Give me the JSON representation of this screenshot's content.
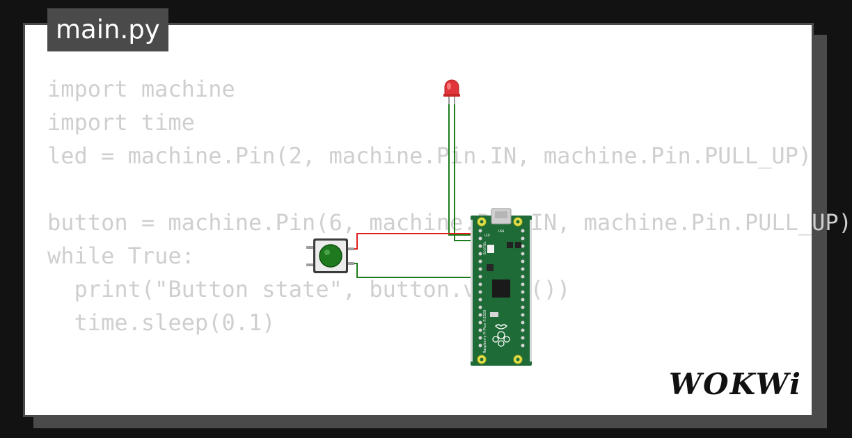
{
  "editor": {
    "file_tab": "main.py",
    "code_lines": [
      "import machine",
      "import time",
      "led = machine.Pin(2, machine.Pin.IN, machine.Pin.PULL_UP)",
      "",
      "button = machine.Pin(6, machine.Pin.IN, machine.Pin.PULL_UP)",
      "while True:",
      "  print(\"Button state\", button.value())",
      "  time.sleep(0.1)"
    ]
  },
  "diagram": {
    "components": {
      "led": "red-led",
      "button": "green-pushbutton",
      "board": "raspberry-pi-pico"
    },
    "board": {
      "labels": [
        "LED",
        "USB",
        "BOOTSEL",
        "Raspberry Pi Pico ©2020"
      ]
    },
    "wire_colors": {
      "green": "#1c7c1c",
      "red": "#e01e1e"
    }
  },
  "branding": {
    "logo_text": "WOKWi"
  }
}
